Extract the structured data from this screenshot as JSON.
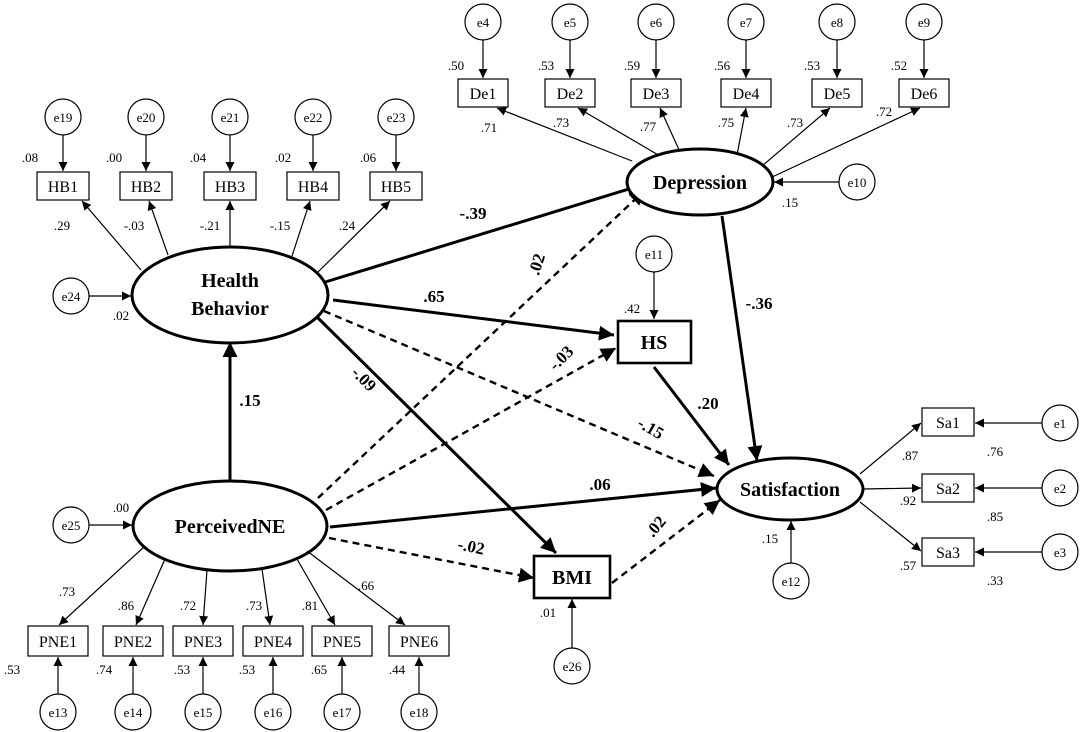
{
  "latent": {
    "health_behavior": [
      "Health",
      "Behavior"
    ],
    "perceived_ne": "PerceivedNE",
    "depression": "Depression",
    "satisfaction": "Satisfaction"
  },
  "mediators": {
    "hs": "HS",
    "bmi": "BMI"
  },
  "indicators": {
    "hb": [
      "HB1",
      "HB2",
      "HB3",
      "HB4",
      "HB5"
    ],
    "de": [
      "De1",
      "De2",
      "De3",
      "De4",
      "De5",
      "De6"
    ],
    "pne": [
      "PNE1",
      "PNE2",
      "PNE3",
      "PNE4",
      "PNE5",
      "PNE6"
    ],
    "sa": [
      "Sa1",
      "Sa2",
      "Sa3"
    ]
  },
  "errors": {
    "de": [
      "e4",
      "e5",
      "e6",
      "e7",
      "e8",
      "e9"
    ],
    "hb": [
      "e19",
      "e20",
      "e21",
      "e22",
      "e23"
    ],
    "pne": [
      "e13",
      "e14",
      "e15",
      "e16",
      "e17",
      "e18"
    ],
    "sa": [
      "e1",
      "e2",
      "e3"
    ],
    "depression": "e10",
    "hs": "e11",
    "satisfaction": "e12",
    "health_behavior": "e24",
    "perceived_ne": "e25",
    "bmi": "e26"
  },
  "r_squared": {
    "de": [
      ".50",
      ".53",
      ".59",
      ".56",
      ".53",
      ".52"
    ],
    "hb": [
      ".08",
      ".00",
      ".04",
      ".02",
      ".06"
    ],
    "pne": [
      ".53",
      ".74",
      ".53",
      ".53",
      ".65",
      ".44"
    ],
    "sa": [
      ".76",
      ".85",
      ".33"
    ],
    "depression": ".15",
    "hs": ".42",
    "satisfaction": ".15",
    "health_behavior": ".02",
    "perceived_ne": ".00",
    "bmi": ".01"
  },
  "loadings": {
    "de": [
      ".71",
      ".73",
      ".77",
      ".75",
      ".73",
      ".72"
    ],
    "hb": [
      ".29",
      "-.03",
      "-.21",
      "-.15",
      ".24"
    ],
    "pne": [
      ".73",
      ".86",
      ".72",
      ".73",
      ".81",
      ".66"
    ],
    "sa": [
      ".87",
      ".92",
      ".57"
    ]
  },
  "paths": {
    "hb_dep": "-.39",
    "hb_hs": ".65",
    "hb_bmi": "-.09",
    "hb_sat": "-.15",
    "pne_hb": ".15",
    "pne_dep": ".02",
    "pne_hs": "-.03",
    "pne_sat": ".06",
    "pne_bmi": "-.02",
    "dep_sat": "-.36",
    "hs_sat": ".20",
    "bmi_sat": ".02"
  }
}
